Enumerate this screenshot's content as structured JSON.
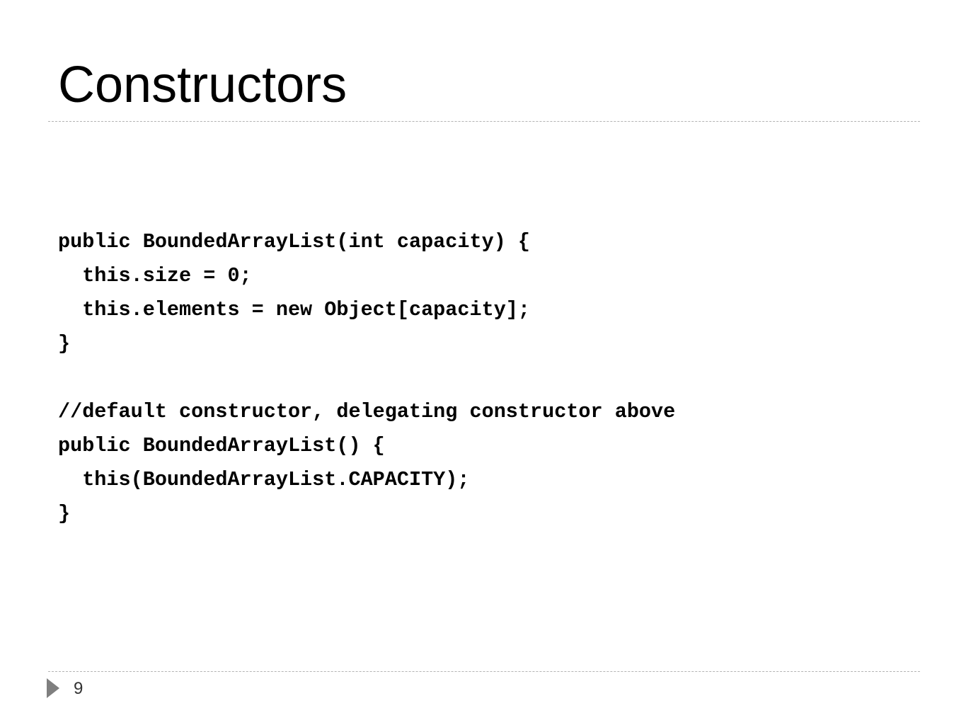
{
  "slide": {
    "title": "Constructors",
    "code_lines": [
      "public BoundedArrayList(int capacity) {",
      "  this.size = 0;",
      "  this.elements = new Object[capacity];",
      "}",
      "",
      "//default constructor, delegating constructor above",
      "public BoundedArrayList() {",
      "  this(BoundedArrayList.CAPACITY);",
      "}"
    ],
    "page_number": "9"
  },
  "colors": {
    "text": "#000000",
    "rule": "#b3b3b3",
    "footer_marker": "#7f7f7f"
  },
  "icons": {
    "footer_marker": "triangle-right-icon"
  }
}
